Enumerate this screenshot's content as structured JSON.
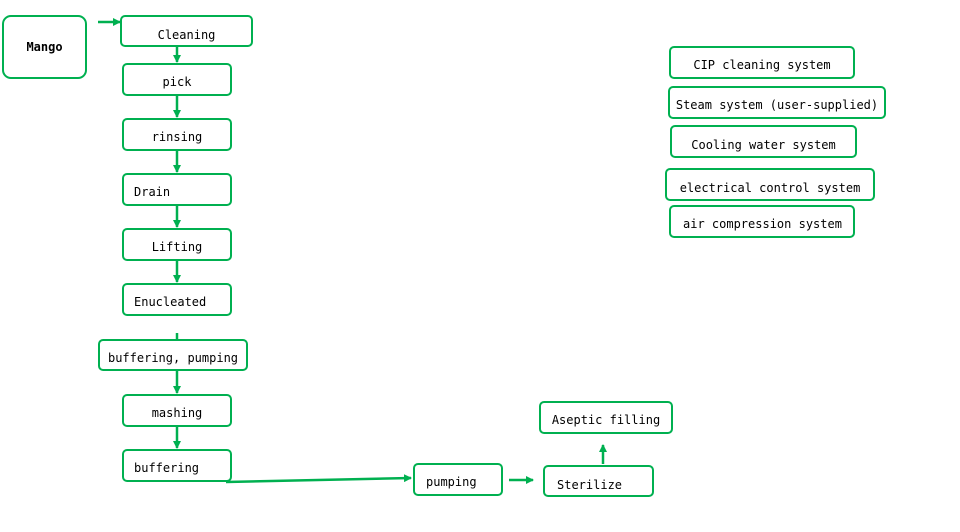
{
  "colors": {
    "stroke": "#00b050",
    "text": "#000000",
    "background": "#ffffff"
  },
  "nodes": {
    "mango": "Mango",
    "cleaning": "Cleaning",
    "pick": "pick",
    "rinsing": "rinsing",
    "drain": "Drain",
    "lifting": "Lifting",
    "enucleated": "Enucleated",
    "buffering_pumping": "buffering, pumping",
    "mashing": "mashing",
    "buffering": "buffering",
    "pumping": "pumping",
    "sterilize": "Sterilize",
    "aseptic_filling": "Aseptic filling"
  },
  "systems": [
    "CIP cleaning system",
    "Steam system (user-supplied)",
    "Cooling water system",
    "electrical control system",
    "air compression system"
  ]
}
